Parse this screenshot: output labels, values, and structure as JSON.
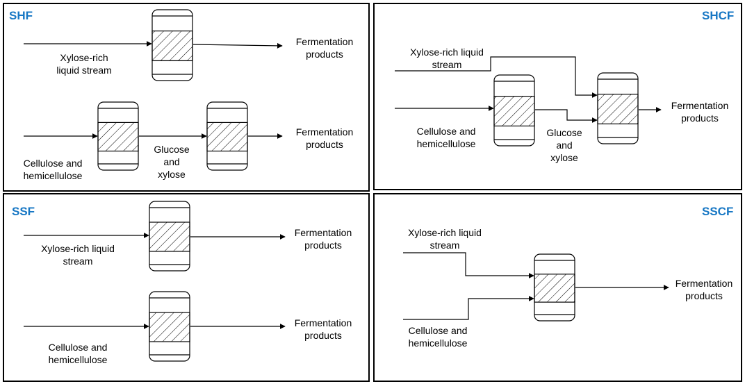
{
  "panels": {
    "shf": {
      "title": "SHF",
      "xylose_stream": "Xylose-rich\nliquid stream",
      "cellulose_feed": "Cellulose and\nhemicellulose",
      "intermediate": "Glucose\nand\nxylose",
      "product_top": "Fermentation\nproducts",
      "product_bottom": "Fermentation\nproducts"
    },
    "shcf": {
      "title": "SHCF",
      "xylose_stream": "Xylose-rich liquid\nstream",
      "cellulose_feed": "Cellulose and\nhemicellulose",
      "intermediate": "Glucose\nand\nxylose",
      "product": "Fermentation\nproducts"
    },
    "ssf": {
      "title": "SSF",
      "xylose_stream": "Xylose-rich liquid\nstream",
      "cellulose_feed": "Cellulose and\nhemicellulose",
      "product_top": "Fermentation\nproducts",
      "product_bottom": "Fermentation\nproducts"
    },
    "sscf": {
      "title": "SSCF",
      "xylose_stream": "Xylose-rich liquid\nstream",
      "cellulose_feed": "Cellulose and\nhemicellulose",
      "product": "Fermentation\nproducts"
    }
  },
  "colors": {
    "title": "#1777c4",
    "line": "#000000"
  }
}
